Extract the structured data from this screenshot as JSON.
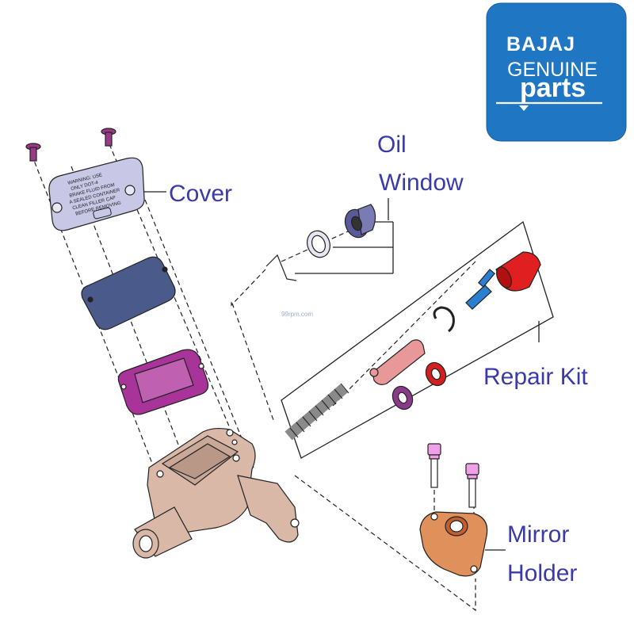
{
  "brand": {
    "line1": "BAJAJ",
    "line2": "GENUINE",
    "line3": "parts",
    "background_color": "#1f77c4",
    "text_color": "#ffffff"
  },
  "labels": {
    "cover": "Cover",
    "oil_window_line1": "Oil",
    "oil_window_line2": "Window",
    "repair_kit": "Repair Kit",
    "mirror_holder_line1": "Mirror",
    "mirror_holder_line2": "Holder"
  },
  "watermark": "99rpm.com",
  "cover_stamp": [
    "WARNING: USE",
    "ONLY DOT-4",
    "BRAKE FLUID FROM",
    "A SEALED CONTAINER",
    "CLEAN FILLER CAP",
    "BEFORE REMOVING"
  ],
  "colors": {
    "label_text": "#3a3aa8",
    "master_cylinder_body": "#d9b8a8",
    "cover_plate": "#c8c8e6",
    "diaphragm_plate": "#4a5a8a",
    "rubber_diaphragm": "#a8349a",
    "screw": "#9a3a8a",
    "oil_window_grommet": "#5a5a9a",
    "dust_boot": "#e02020",
    "push_rod": "#2a7fd0",
    "piston": "#e89898",
    "seal_red": "#d02020",
    "seal_purple": "#8a3a8a",
    "mirror_holder": "#e0905a",
    "mirror_bolts": "#e060d0"
  }
}
